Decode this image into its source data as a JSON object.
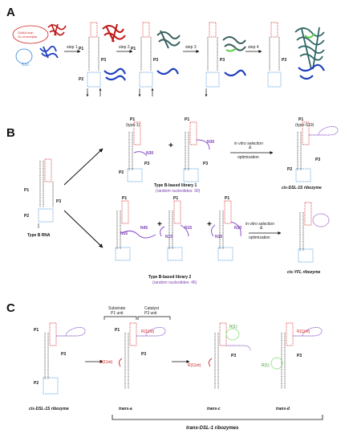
{
  "panels": {
    "a": "A",
    "b": "B",
    "c": "C"
  },
  "colors": {
    "red": "#d21c1c",
    "blue": "#2f86d8",
    "purple": "#8a4fc9",
    "green": "#5ccf4a",
    "black": "#222222"
  },
  "panelA": {
    "receptor_lines": [
      "GAAA loop",
      "11-nt receptor"
    ],
    "trd_label": "TrrD",
    "steps": [
      "step 1",
      "step 2",
      "step 3",
      "step 4"
    ],
    "helix_labels": {
      "p1": "P1",
      "p2": "P2",
      "p3": "P3"
    }
  },
  "panelB": {
    "typeB_label": "Type B RNA",
    "lib1": {
      "name": "Type B-based library 1",
      "random": "(random nucleotides: 30)",
      "n_left": "N30",
      "n_right": "N30",
      "type_top": "(type-1)"
    },
    "lib2": {
      "name": "Type B-based library 2",
      "random": "(random nucleotides: 45)",
      "n_labels": [
        "N15",
        "N45",
        "N15",
        "N15",
        "N15",
        "N30"
      ]
    },
    "selection_line1": "in vitro selection",
    "selection_amp": "&",
    "selection_line2": "optimization",
    "product1": "cis-DSL-1S ribozyme",
    "product1_type": "(type-S19)",
    "product2": "cis-YFL ribozyme",
    "plus": "+"
  },
  "panelC": {
    "substrate_line1": "Substrate",
    "substrate_line2": "P1 unit",
    "catalyst_line1": "Catalyst",
    "catalyst_line2": "P3 unit",
    "cis_label": "cis-DSL-1S ribozyme",
    "trans_labels": [
      "trans-a",
      "trans-c",
      "trans-d"
    ],
    "r11": "R(11nt)",
    "r1": "R(1)",
    "bracket_label": "trans-DSL-1 ribozymes"
  }
}
